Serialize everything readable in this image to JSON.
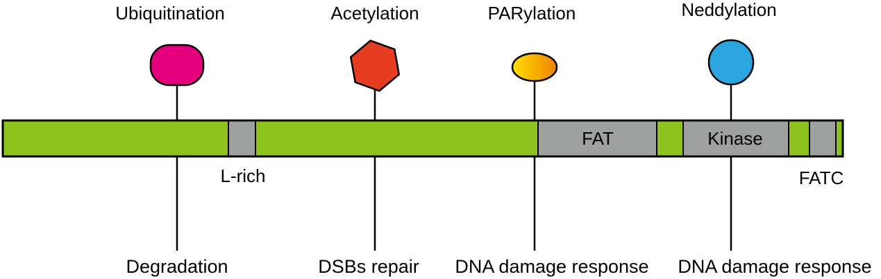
{
  "figure": {
    "modifications": [
      {
        "name": "Ubiquitination",
        "shape": "rounded-ellipse",
        "color": "#e5007d",
        "effect": "Degradation"
      },
      {
        "name": "Acetylation",
        "shape": "hexagon",
        "color": "#e63c22",
        "effect": "DSBs repair"
      },
      {
        "name": "PARylation",
        "shape": "gradient-ellipse",
        "color_start": "#ffdf00",
        "color_end": "#ef8200",
        "effect": "DNA damage response"
      },
      {
        "name": "Neddylation",
        "shape": "circle",
        "color": "#2aa5df",
        "effect": "DNA damage response"
      }
    ],
    "domains": {
      "l_rich": "L-rich",
      "fat": "FAT",
      "kinase": "Kinase",
      "fatc": "FATC"
    },
    "colors": {
      "backbone": "#8dc21f",
      "domain_fill": "#9fa0a0",
      "outline": "#000000"
    }
  }
}
